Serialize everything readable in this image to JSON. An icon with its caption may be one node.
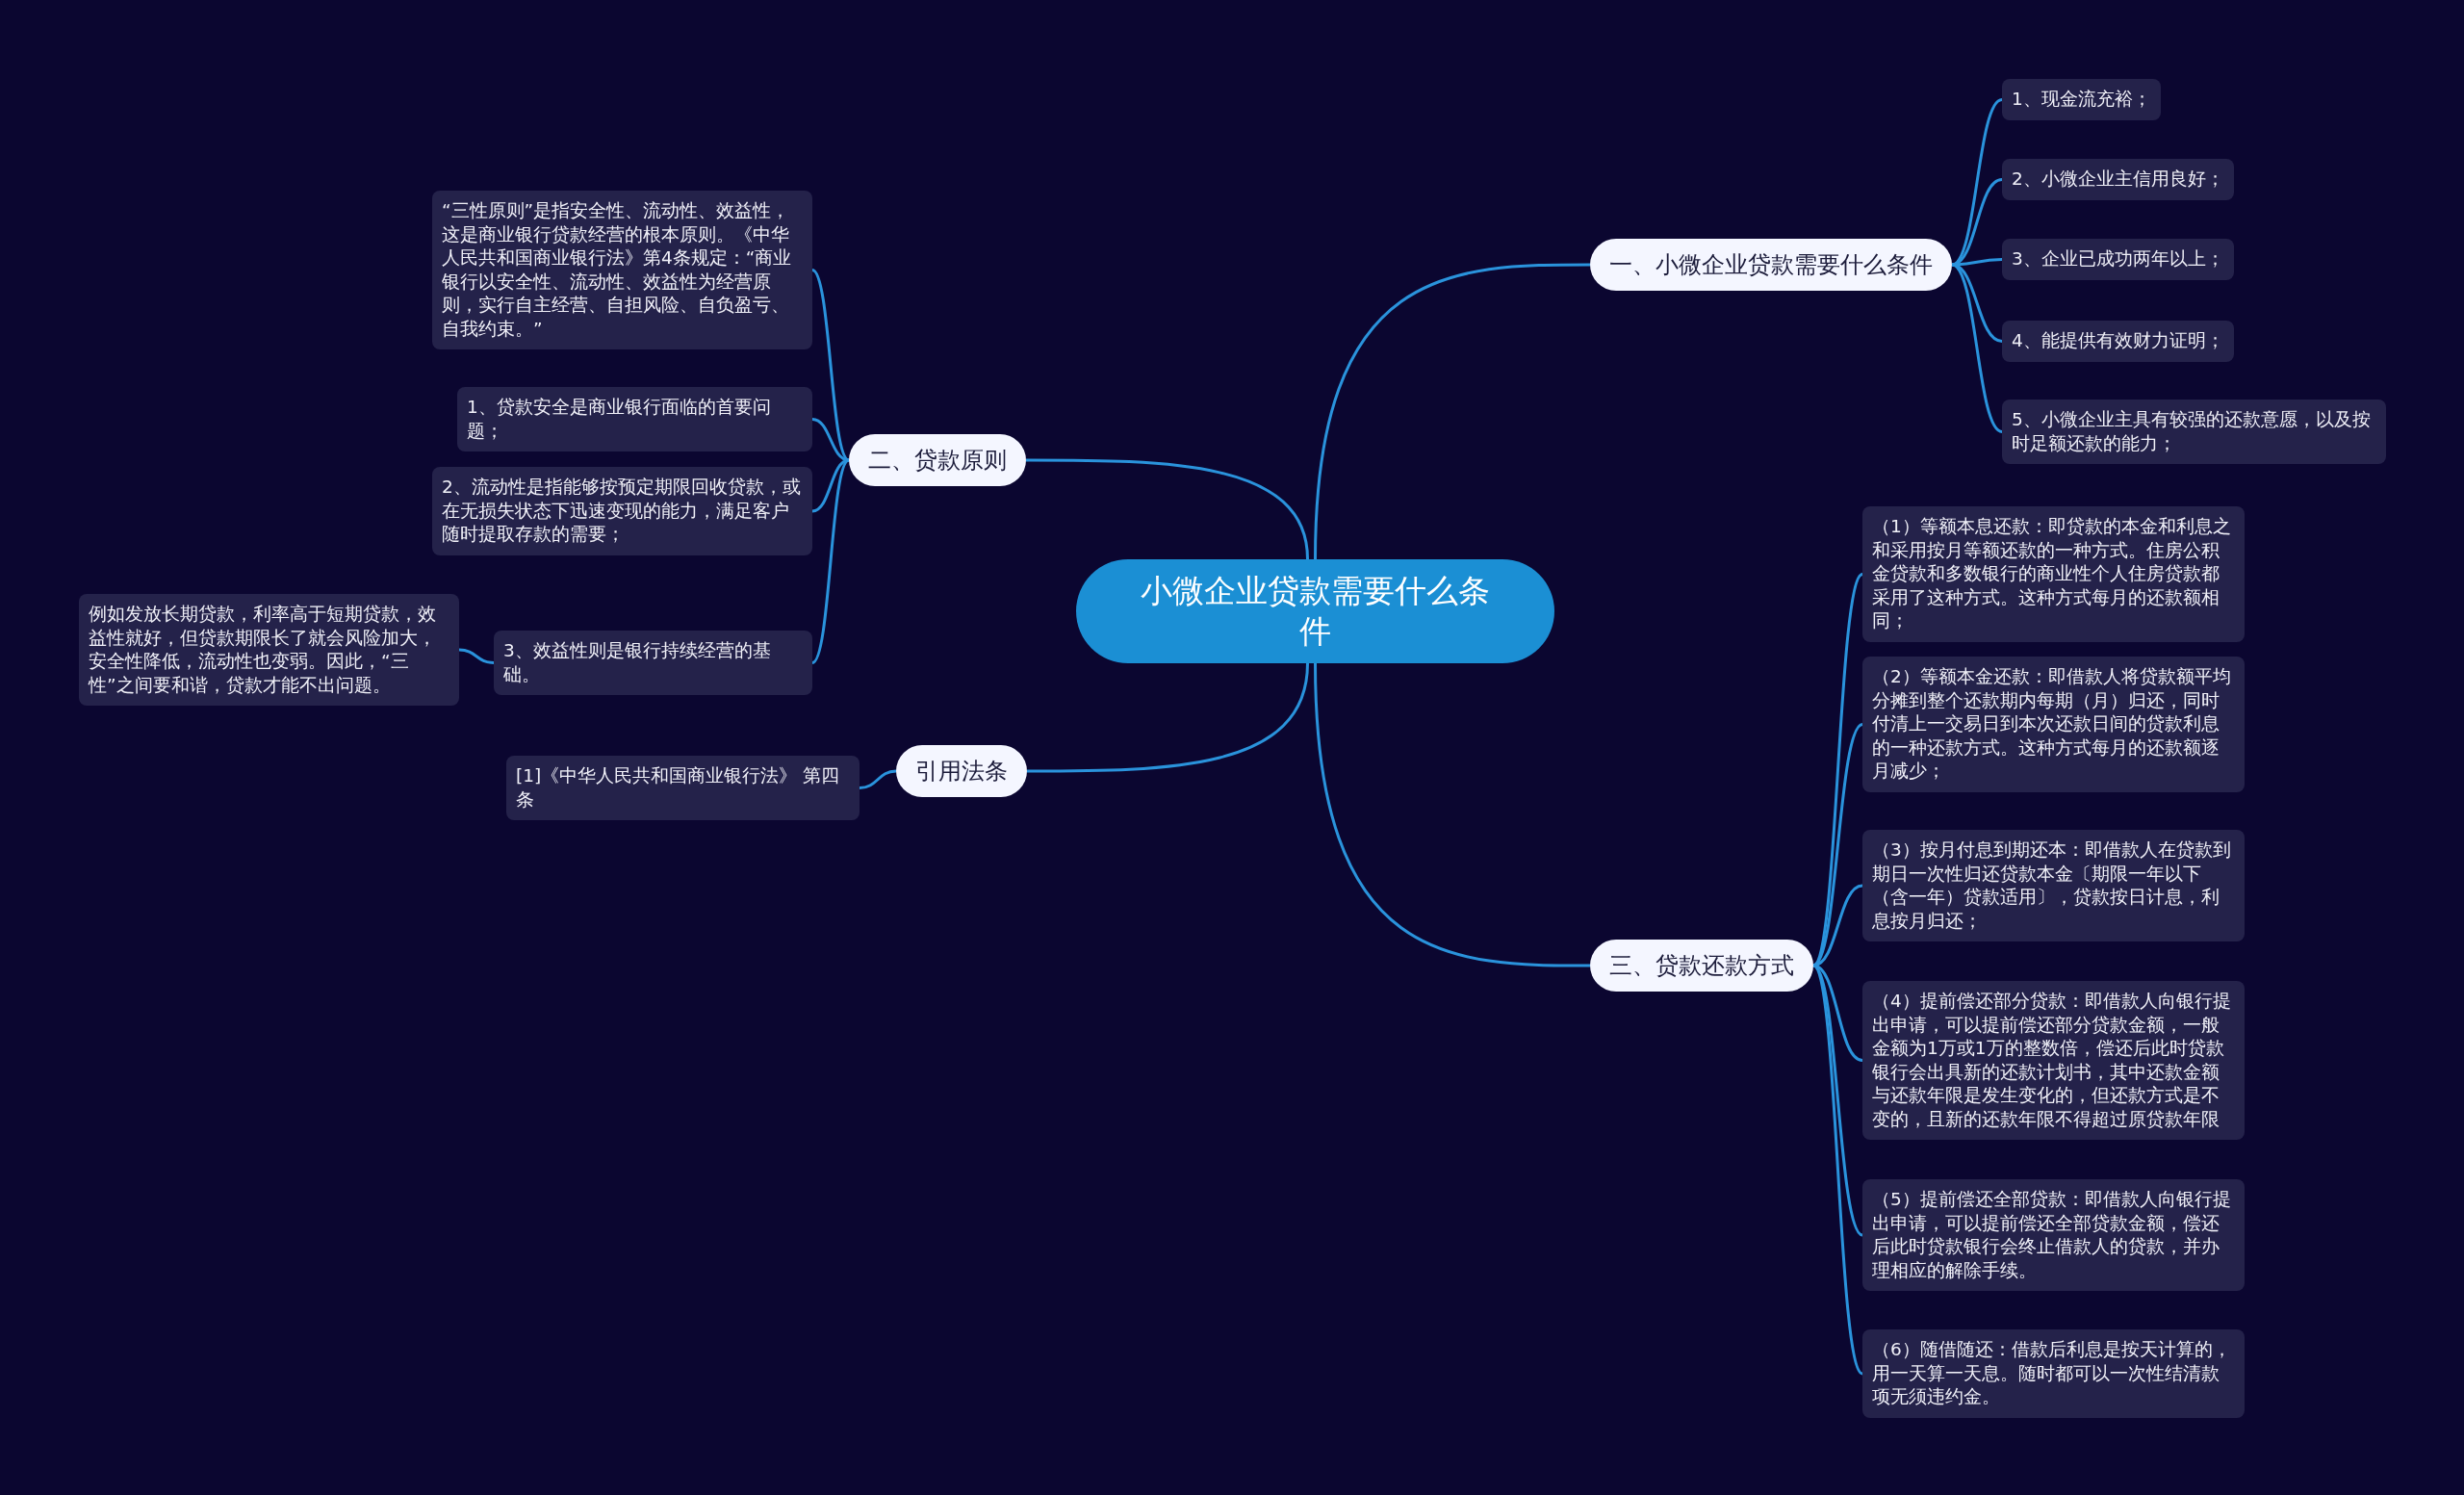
{
  "diagram": {
    "nodes": [
      {
        "text": [
          "小微企业贷款需要什么条件"
        ]
      },
      {
        "text": [
          "一、小微企业贷款需要什么条件"
        ]
      },
      {
        "text": [
          "1、现金流充裕；"
        ]
      },
      {
        "text": [
          "2、小微企业主信用良好；"
        ]
      },
      {
        "text": [
          "3、企业已成功两年以上；"
        ]
      },
      {
        "text": [
          "4、能提供有效财力证明；"
        ]
      },
      {
        "text": [
          "5、小微企业主具有较强的还款意愿，以及按时足额还款的能力；"
        ]
      },
      {
        "text": [
          "二、贷款原则"
        ]
      },
      {
        "text": [
          "“三性原则”是指安全性、流动性、效益性，这是商业银行贷款经营的根本原则。《中华人民共和国商业银行法》第4条规定：“商业银行以安全性、流动性、效益性为经营原则，实行自主经营、自担风险、自负盈亏、自我约束。”"
        ]
      },
      {
        "text": [
          "1、贷款安全是商业银行面临的首要问题；"
        ]
      },
      {
        "text": [
          "2、流动性是指能够按预定期限回收贷款，或在无损失状态下迅速变现的能力，满足客户随时提取存款的需要；"
        ]
      },
      {
        "text": [
          "3、效益性则是银行持续经营的基础。"
        ]
      },
      {
        "text": [
          "例如发放长期贷款，利率高于短期贷款，效益性就好，但贷款期限长了就会风险加大，安全性降低，流动性也变弱。因此，“三性”之间要和谐，贷款才能不出问题。"
        ]
      },
      {
        "text": [
          "引用法条"
        ]
      },
      {
        "text": [
          "[1]《中华人民共和国商业银行法》 第四条"
        ]
      },
      {
        "text": [
          "三、贷款还款方式"
        ]
      },
      {
        "text": [
          "（1）等额本息还款：即贷款的本金和利息之和采用按月等额还款的一种方式。住房公积金贷款和多数银行的商业性个人住房贷款都采用了这种方式。这种方式每月的还款额相同；"
        ]
      },
      {
        "text": [
          "（2）等额本金还款：即借款人将贷款额平均分摊到整个还款期内每期（月）归还，同时付清上一交易日到本次还款日间的贷款利息的一种还款方式。这种方式每月的还款额逐月减少；"
        ]
      },
      {
        "text": [
          "（3）按月付息到期还本：即借款人在贷款到期日一次性归还贷款本金〔期限一年以下（含一年）贷款适用〕，贷款按日计息，利息按月归还；"
        ]
      },
      {
        "text": [
          "（4）提前偿还部分贷款：即借款人向银行提出申请，可以提前偿还部分贷款金额，一般金额为1万或1万的整数倍，偿还后此时贷款银行会出具新的还款计划书，其中还款金额与还款年限是发生变化的，但还款方式是不变的，且新的还款年限不得超过原贷款年限"
        ]
      },
      {
        "text": [
          "（5）提前偿还全部贷款：即借款人向银行提出申请，可以提前偿还全部贷款金额，偿还后此时贷款银行会终止借款人的贷款，并办理相应的解除手续。"
        ]
      },
      {
        "text": [
          "（6）随借随还：借款后利息是按天计算的，用一天算一天息。随时都可以一次性结清款项无须违约金。"
        ]
      }
    ],
    "edges": [
      {
        "from": 0,
        "to": 1,
        "arrow": "none"
      },
      {
        "from": 0,
        "to": 7,
        "arrow": "none"
      },
      {
        "from": 0,
        "to": 13,
        "arrow": "none"
      },
      {
        "from": 0,
        "to": 15,
        "arrow": "none"
      },
      {
        "from": 1,
        "to": 2,
        "arrow": "none"
      },
      {
        "from": 1,
        "to": 3,
        "arrow": "none"
      },
      {
        "from": 1,
        "to": 4,
        "arrow": "none"
      },
      {
        "from": 1,
        "to": 5,
        "arrow": "none"
      },
      {
        "from": 1,
        "to": 6,
        "arrow": "none"
      },
      {
        "from": 7,
        "to": 8,
        "arrow": "none"
      },
      {
        "from": 7,
        "to": 9,
        "arrow": "none"
      },
      {
        "from": 7,
        "to": 10,
        "arrow": "none"
      },
      {
        "from": 7,
        "to": 11,
        "arrow": "none"
      },
      {
        "from": 11,
        "to": 12,
        "arrow": "none"
      },
      {
        "from": 13,
        "to": 14,
        "arrow": "none"
      },
      {
        "from": 15,
        "to": 16,
        "arrow": "none"
      },
      {
        "from": 15,
        "to": 17,
        "arrow": "none"
      },
      {
        "from": 15,
        "to": 18,
        "arrow": "none"
      },
      {
        "from": 15,
        "to": 19,
        "arrow": "none"
      },
      {
        "from": 15,
        "to": 20,
        "arrow": "none"
      },
      {
        "from": 15,
        "to": 21,
        "arrow": "none"
      }
    ]
  }
}
